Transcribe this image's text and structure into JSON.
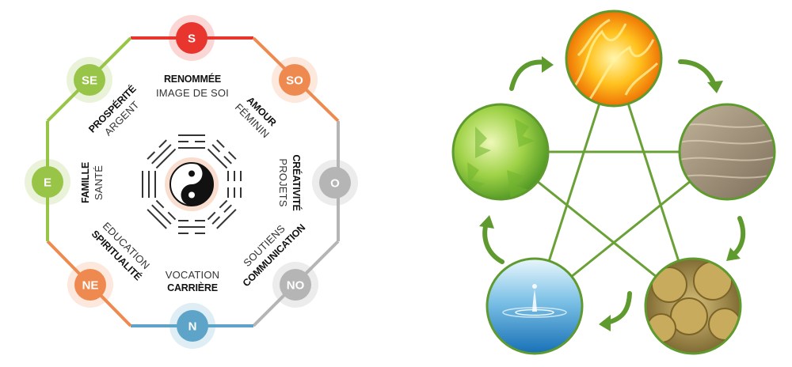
{
  "bagua": {
    "directions": [
      {
        "id": "s",
        "label": "S",
        "color": "#e8352e"
      },
      {
        "id": "so",
        "label": "SO",
        "color": "#ee8a4f"
      },
      {
        "id": "o",
        "label": "O",
        "color": "#b5b5b5"
      },
      {
        "id": "no",
        "label": "NO",
        "color": "#b5b5b5"
      },
      {
        "id": "n",
        "label": "N",
        "color": "#5ea4c8"
      },
      {
        "id": "ne",
        "label": "NE",
        "color": "#ee8a4f"
      },
      {
        "id": "e",
        "label": "E",
        "color": "#98c547"
      },
      {
        "id": "se",
        "label": "SE",
        "color": "#98c547"
      }
    ],
    "areas": {
      "renommee": {
        "strong": "RENOMMÉE",
        "light": "IMAGE DE SOI"
      },
      "amour": {
        "strong": "AMOUR",
        "light": "FÉMININ"
      },
      "creativite": {
        "strong": "CRÉATIVITÉ",
        "light": "PROJETS"
      },
      "communication": {
        "light": "SOUTIENS",
        "strong": "COMMUNICATION"
      },
      "carriere": {
        "light": "VOCATION",
        "strong": "CARRIÈRE"
      },
      "spiritualite": {
        "light": "EDUCATION",
        "strong": "SPIRITUALITÉ"
      },
      "famille": {
        "strong": "FAMILLE",
        "light": "SANTÉ"
      },
      "prosperite": {
        "strong": "PROSPÉRITÉ",
        "light": "ARGENT"
      }
    },
    "colors": {
      "red": "#e8352e",
      "orange": "#ee8a4f",
      "gray": "#b5b5b5",
      "blue": "#5ea4c8",
      "green": "#98c547"
    }
  },
  "cycle": {
    "elements": [
      {
        "id": "fire",
        "icon": "fire-image"
      },
      {
        "id": "earth",
        "icon": "sand-image"
      },
      {
        "id": "metal",
        "icon": "coins-image"
      },
      {
        "id": "water",
        "icon": "water-drop-image"
      },
      {
        "id": "wood",
        "icon": "leaves-image"
      }
    ],
    "colors": {
      "ring": "#5f9a2e",
      "arrow": "#5f9a2e",
      "line": "#6aa137"
    }
  }
}
